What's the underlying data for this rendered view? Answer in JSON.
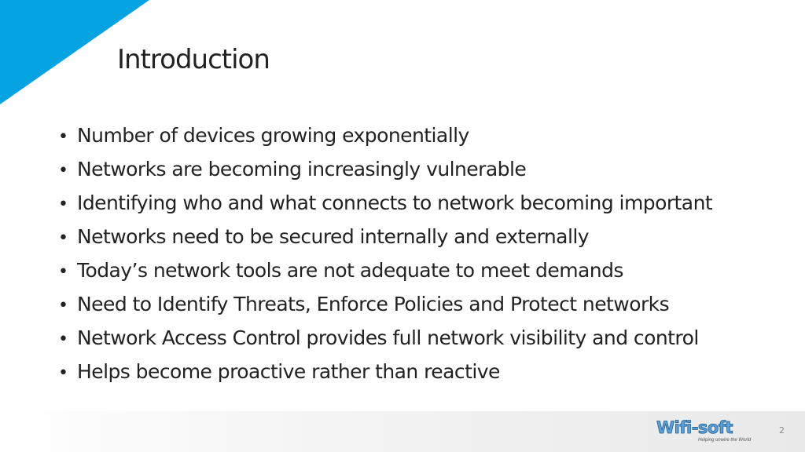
{
  "slide": {
    "title": "Introduction",
    "bullets": [
      "Number of devices growing exponentially",
      "Networks are becoming increasingly vulnerable",
      "Identifying who and what connects to network becoming important",
      "Networks need to be secured internally and externally",
      "Today’s network tools are not adequate to meet demands",
      "Need to Identify Threats, Enforce Policies and Protect networks",
      "Network Access Control provides full network visibility and control",
      "Helps become proactive rather than reactive"
    ],
    "bullet_symbol": "•",
    "page_number": "2"
  },
  "logo": {
    "brand": "Wifi-soft",
    "tagline": "Helping unwire the World"
  },
  "colors": {
    "accent": "#06a3e3",
    "text": "#222222",
    "logo": "#5aa1d9"
  }
}
